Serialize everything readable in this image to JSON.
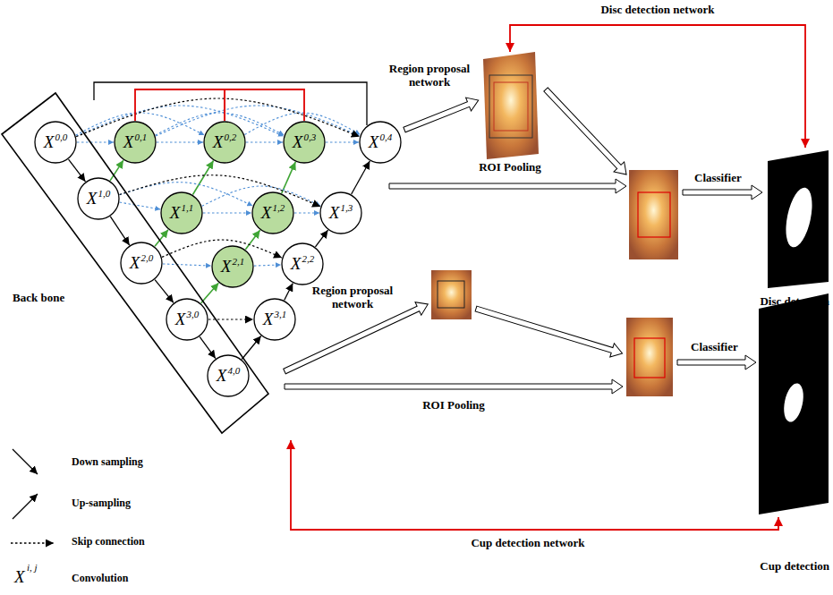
{
  "diagram": {
    "nodes": [
      {
        "text": [
          "Back bone"
        ]
      },
      {
        "text": [
          "X",
          "0,0"
        ],
        "in": 0
      },
      {
        "text": [
          "X",
          "1,0"
        ],
        "in": 0
      },
      {
        "text": [
          "X",
          "2,0"
        ],
        "in": 0
      },
      {
        "text": [
          "X",
          "3,0"
        ],
        "in": 0
      },
      {
        "text": [
          "X",
          "4,0"
        ],
        "in": 0
      },
      {
        "text": [
          "X",
          "0,1"
        ]
      },
      {
        "text": [
          "X",
          "0,2"
        ]
      },
      {
        "text": [
          "X",
          "0,3"
        ]
      },
      {
        "text": [
          "X",
          "0,4"
        ]
      },
      {
        "text": [
          "X",
          "1,1"
        ]
      },
      {
        "text": [
          "X",
          "1,2"
        ]
      },
      {
        "text": [
          "X",
          "1,3"
        ]
      },
      {
        "text": [
          "X",
          "2,1"
        ]
      },
      {
        "text": [
          "X",
          "2,2"
        ]
      },
      {
        "text": [
          "X",
          "3,1"
        ]
      }
    ],
    "edges": [
      {
        "from": 1,
        "to": 2,
        "arrow": "to"
      },
      {
        "from": 2,
        "to": 3,
        "arrow": "to"
      },
      {
        "from": 3,
        "to": 4,
        "arrow": "to"
      },
      {
        "from": 4,
        "to": 5,
        "arrow": "to"
      },
      {
        "from": 2,
        "to": 6,
        "arrow": "to"
      },
      {
        "from": 3,
        "to": 10,
        "arrow": "to"
      },
      {
        "from": 10,
        "to": 7,
        "arrow": "to"
      },
      {
        "from": 4,
        "to": 13,
        "arrow": "to"
      },
      {
        "from": 13,
        "to": 11,
        "arrow": "to"
      },
      {
        "from": 11,
        "to": 8,
        "arrow": "to"
      },
      {
        "from": 5,
        "to": 15,
        "arrow": "to"
      },
      {
        "from": 15,
        "to": 14,
        "arrow": "to"
      },
      {
        "from": 14,
        "to": 12,
        "arrow": "to"
      },
      {
        "from": 12,
        "to": 9,
        "arrow": "to"
      },
      {
        "from": 1,
        "to": 6,
        "arrow": "to"
      },
      {
        "from": 6,
        "to": 7,
        "arrow": "to"
      },
      {
        "from": 7,
        "to": 8,
        "arrow": "to"
      },
      {
        "from": 8,
        "to": 9,
        "arrow": "to"
      },
      {
        "from": 1,
        "to": 7,
        "arrow": "to"
      },
      {
        "from": 1,
        "to": 8,
        "arrow": "to"
      },
      {
        "from": 6,
        "to": 8,
        "arrow": "to"
      },
      {
        "from": 6,
        "to": 9,
        "arrow": "to"
      },
      {
        "from": 7,
        "to": 9,
        "arrow": "to"
      },
      {
        "from": 1,
        "to": 9,
        "arrow": "to"
      },
      {
        "from": 2,
        "to": 10,
        "arrow": "to"
      },
      {
        "from": 10,
        "to": 11,
        "arrow": "to"
      },
      {
        "from": 11,
        "to": 12,
        "arrow": "to"
      },
      {
        "from": 2,
        "to": 11,
        "arrow": "to"
      },
      {
        "from": 10,
        "to": 12,
        "arrow": "to"
      },
      {
        "from": 2,
        "to": 12,
        "arrow": "to"
      },
      {
        "from": 3,
        "to": 13,
        "arrow": "to"
      },
      {
        "from": 13,
        "to": 14,
        "arrow": "to"
      },
      {
        "from": 3,
        "to": 14,
        "arrow": "to"
      },
      {
        "from": 4,
        "to": 15,
        "arrow": "to"
      },
      {
        "from": 6,
        "to": 7,
        "arrow": "none"
      },
      {
        "from": 7,
        "to": 8,
        "arrow": "none"
      }
    ],
    "labels": [
      "Disc detection network",
      "Region proposal network",
      "ROI Pooling",
      "Classifier",
      "Disc detection",
      "Region proposal network",
      "ROI Pooling",
      "Classifier",
      "Cup detection",
      "Cup detection network",
      "X",
      "i, j"
    ],
    "legend": [
      {
        "text": "Down sampling"
      },
      {
        "text": "Up-sampling"
      },
      {
        "text": "Skip connection"
      },
      {
        "text": "Convolution"
      }
    ]
  }
}
